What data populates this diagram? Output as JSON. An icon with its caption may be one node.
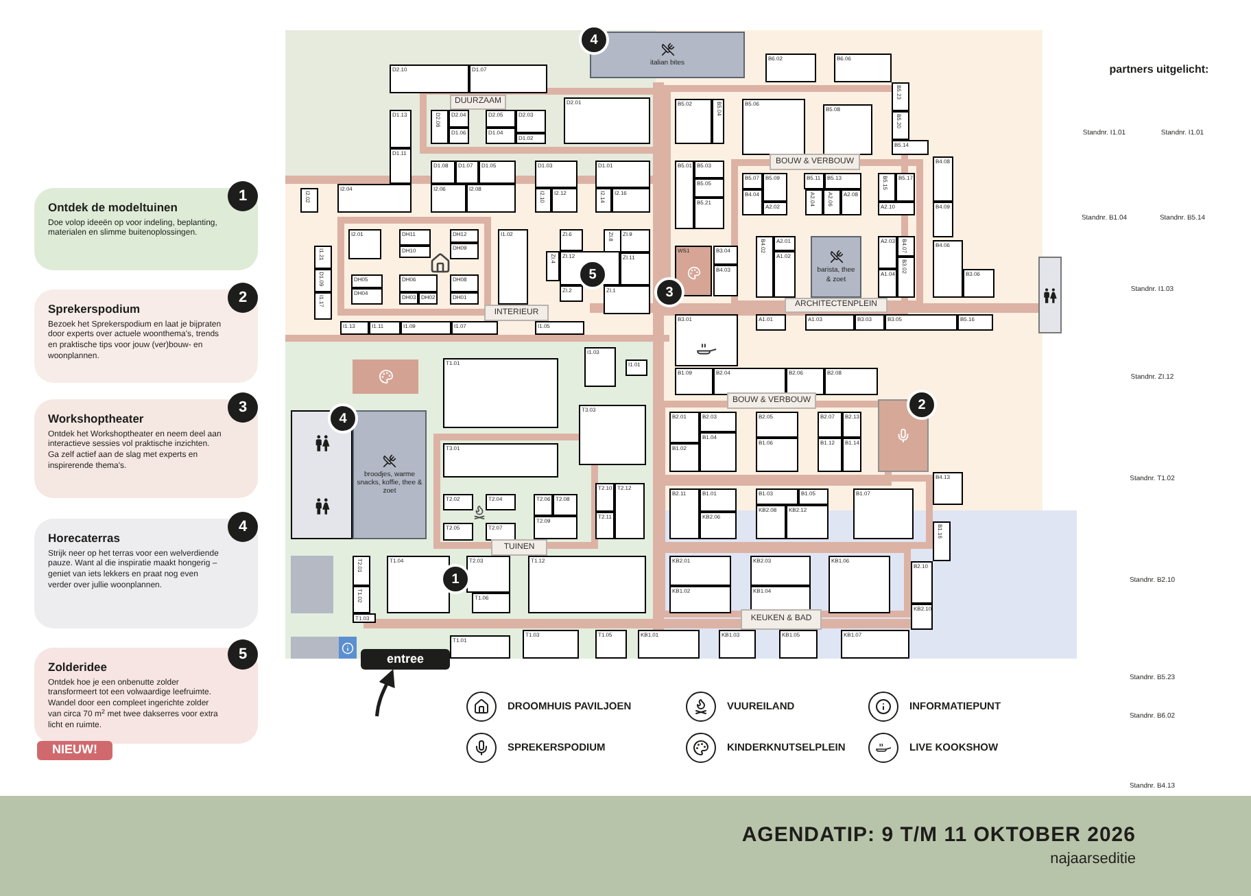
{
  "diagram": {
    "nodes": [
      {
        "text": [
          "Ontdek de modeltuinen",
          "Doe volop ideeën op voor indeling, beplanting, materialen en slimme buitenoplossingen."
        ]
      },
      {
        "text": [
          "1"
        ]
      },
      {
        "text": [
          "Sprekerspodium",
          "Bezoek het Sprekerspodium en laat je bijpraten door experts over actuele woonthema's, trends en praktische tips voor jouw (ver)bouw- en woonplannen."
        ]
      },
      {
        "text": [
          "2"
        ]
      },
      {
        "text": [
          "Workshoptheater",
          "Ontdek het Workshoptheater en neem deel aan interactieve sessies vol praktische inzichten. Ga zelf actief aan de slag met experts en inspirerende thema's."
        ]
      },
      {
        "text": [
          "3"
        ]
      },
      {
        "text": [
          "Horecaterras",
          "Strijk neer op het terras voor een welverdiende pauze. Want al die inspiratie maakt hongerig – geniet van iets lekkers en praat nog even verder over jullie woonplannen."
        ]
      },
      {
        "text": [
          "4"
        ]
      },
      {
        "text": [
          "Zolderidee",
          "Ontdek hoe je een onbenutte zolder transformeert tot een volwaardige leefruimte. Wandel door een compleet ingerichte zolder van circa 70 m$^{2}$ met twee dakserres voor extra licht en ruimte."
        ]
      },
      {
        "text": [
          "5"
        ]
      },
      {
        "text": [
          "NIEUW!"
        ]
      },
      {
        "text": [
          "italian bites"
        ]
      },
      {
        "text": [
          "4"
        ]
      },
      {
        "text": [
          "D2.10"
        ]
      },
      {
        "text": [
          "D1.07"
        ]
      },
      {
        "text": [
          "B6.02"
        ]
      },
      {
        "text": [
          "B6.06"
        ]
      },
      {
        "text": [
          "DUURZAAM"
        ]
      },
      {
        "text": [
          "D2.06"
        ]
      },
      {
        "text": [
          "D2.04"
        ]
      },
      {
        "text": [
          "D1.06"
        ]
      },
      {
        "text": [
          "D2.05"
        ]
      },
      {
        "text": [
          "D1.04"
        ]
      },
      {
        "text": [
          "D2.03"
        ]
      },
      {
        "text": [
          "D1.02"
        ]
      },
      {
        "text": [
          "D2.01"
        ]
      },
      {
        "text": [
          "B5.02"
        ]
      },
      {
        "text": [
          "B5.04"
        ]
      },
      {
        "text": [
          "B5.06"
        ]
      },
      {
        "text": [
          "B5.08"
        ]
      },
      {
        "text": [
          "B5.23"
        ]
      },
      {
        "text": [
          "B5.20"
        ]
      },
      {
        "text": [
          "B5.14"
        ]
      },
      {
        "text": [
          "D1.13"
        ]
      },
      {
        "text": [
          "D1.11"
        ]
      },
      {
        "text": [
          "BOUW & VERBOUW"
        ]
      },
      {
        "text": [
          "B4.08"
        ]
      },
      {
        "text": [
          "D1.08"
        ]
      },
      {
        "text": [
          "D1.07"
        ]
      },
      {
        "text": [
          "D1.05"
        ]
      },
      {
        "text": [
          "D1.03"
        ]
      },
      {
        "text": [
          "D1.01"
        ]
      },
      {
        "text": [
          "B5.01"
        ]
      },
      {
        "text": [
          "B5.03"
        ]
      },
      {
        "text": [
          "B5.05"
        ]
      },
      {
        "text": [
          "B5.21"
        ]
      },
      {
        "text": [
          "B5.07"
        ]
      },
      {
        "text": [
          "B5.09"
        ]
      },
      {
        "text": [
          "B4.04"
        ]
      },
      {
        "text": [
          "A2.02"
        ]
      },
      {
        "text": [
          "B5.11"
        ]
      },
      {
        "text": [
          "B5.13"
        ]
      },
      {
        "text": [
          "A2.04"
        ]
      },
      {
        "text": [
          "A2.06"
        ]
      },
      {
        "text": [
          "A2.08"
        ]
      },
      {
        "text": [
          "B5.15"
        ]
      },
      {
        "text": [
          "B5.17"
        ]
      },
      {
        "text": [
          "A2.10"
        ]
      },
      {
        "text": [
          "I2.02"
        ]
      },
      {
        "text": [
          "I2.04"
        ]
      },
      {
        "text": [
          "I2.06"
        ]
      },
      {
        "text": [
          "I2.08"
        ]
      },
      {
        "text": [
          "I2.10"
        ]
      },
      {
        "text": [
          "I2.12"
        ]
      },
      {
        "text": [
          "I2.14"
        ]
      },
      {
        "text": [
          "I2.16"
        ]
      },
      {
        "text": [
          "B4.09"
        ]
      },
      {
        "text": [
          "I2.01"
        ]
      },
      {
        "text": [
          "DH11"
        ]
      },
      {
        "text": [
          "DH10"
        ]
      },
      {
        "text": [
          "DH12"
        ]
      },
      {
        "text": [
          "DH09"
        ]
      },
      {
        "text": [
          "I1.02"
        ]
      },
      {
        "text": [
          "ZI.6"
        ]
      },
      {
        "text": [
          "ZI.8"
        ]
      },
      {
        "text": [
          "ZI.9"
        ]
      },
      {
        "text": [
          "ZI.4"
        ]
      },
      {
        "text": [
          "ZI.12"
        ]
      },
      {
        "text": [
          "ZI.11"
        ]
      },
      {
        "text": [
          "ZI.2"
        ]
      },
      {
        "text": [
          "ZI.1"
        ]
      },
      {
        "text": [
          "5"
        ]
      },
      {
        "text": [
          "B4.02"
        ]
      },
      {
        "text": [
          "A2.01"
        ]
      },
      {
        "text": [
          "A1.02"
        ]
      },
      {
        "text": [
          "barista, thee & zoet"
        ]
      },
      {
        "text": [
          "A2.03"
        ]
      },
      {
        "text": [
          "B4.07"
        ]
      },
      {
        "text": [
          "B3.02"
        ]
      },
      {
        "text": [
          "A1.04"
        ]
      },
      {
        "text": [
          "WS1"
        ]
      },
      {
        "text": [
          "B3.04"
        ]
      },
      {
        "text": [
          "B4.03"
        ]
      },
      {
        "text": [
          "3"
        ]
      },
      {
        "text": [
          "B4.06"
        ]
      },
      {
        "text": [
          "B3.06"
        ]
      },
      {
        "text": [
          "I1.21"
        ]
      },
      {
        "text": [
          "D1.09"
        ]
      },
      {
        "text": [
          "I1.17"
        ]
      },
      {
        "text": [
          "DH05"
        ]
      },
      {
        "text": [
          "DH04"
        ]
      },
      {
        "text": [
          "DH06"
        ]
      },
      {
        "text": [
          "DH03"
        ]
      },
      {
        "text": [
          "DH02"
        ]
      },
      {
        "text": [
          "DH08"
        ]
      },
      {
        "text": [
          "DH01"
        ]
      },
      {
        "text": [
          "ARCHITECTENPLEIN"
        ]
      },
      {
        "text": [
          "INTERIEUR"
        ]
      },
      {
        "text": [
          "I1.13"
        ]
      },
      {
        "text": [
          "I1.11"
        ]
      },
      {
        "text": [
          "I1.09"
        ]
      },
      {
        "text": [
          "I1.07"
        ]
      },
      {
        "text": [
          "I1.05"
        ]
      },
      {
        "text": [
          "B3.01"
        ]
      },
      {
        "text": [
          "A1.01"
        ]
      },
      {
        "text": [
          "A1.03"
        ]
      },
      {
        "text": [
          "B3.03"
        ]
      },
      {
        "text": [
          "B3.05"
        ]
      },
      {
        "text": [
          "B5.16"
        ]
      },
      {
        "text": [
          "I1.03"
        ]
      },
      {
        "text": [
          "I1.01"
        ]
      },
      {
        "text": [],
        "shape": "box"
      },
      {
        "text": [
          "T1.01"
        ]
      },
      {
        "text": [
          "B1.09"
        ]
      },
      {
        "text": [
          "B2.04"
        ]
      },
      {
        "text": [
          "B2.06"
        ]
      },
      {
        "text": [
          "B2.08"
        ]
      },
      {
        "text": [
          "BOUW & VERBOUW"
        ]
      },
      {
        "text": [],
        "shape": "box"
      },
      {
        "text": [
          "2"
        ]
      },
      {
        "text": [
          "broodjes, warme snacks, koffie, thee & zoet"
        ]
      },
      {
        "text": [
          "4"
        ]
      },
      {
        "text": [
          "T3.03"
        ]
      },
      {
        "text": [
          "B2.01"
        ]
      },
      {
        "text": [
          "B2.03"
        ]
      },
      {
        "text": [
          "B2.05"
        ]
      },
      {
        "text": [
          "B2.07"
        ]
      },
      {
        "text": [
          "B2.13"
        ]
      },
      {
        "text": [
          "B1.02"
        ]
      },
      {
        "text": [
          "B1.04"
        ]
      },
      {
        "text": [
          "B1.06"
        ]
      },
      {
        "text": [
          "B1.12"
        ]
      },
      {
        "text": [
          "B1.14"
        ]
      },
      {
        "text": [
          "T3.01"
        ]
      },
      {
        "text": [
          "B4.13"
        ]
      },
      {
        "text": [
          "T2.10"
        ]
      },
      {
        "text": [
          "T2.12"
        ]
      },
      {
        "text": [
          "B2.11"
        ]
      },
      {
        "text": [
          "B1.01"
        ]
      },
      {
        "text": [
          "B1.03"
        ]
      },
      {
        "text": [
          "B1.05"
        ]
      },
      {
        "text": [
          "B1.07"
        ]
      },
      {
        "text": [
          "T2.02"
        ]
      },
      {
        "text": [
          "T2.04"
        ]
      },
      {
        "text": [
          "T2.06"
        ]
      },
      {
        "text": [
          "T2.08"
        ]
      },
      {
        "text": [
          "KB2.06"
        ]
      },
      {
        "text": [
          "KB2.08"
        ]
      },
      {
        "text": [
          "KB2.12"
        ]
      },
      {
        "text": [
          "T2.11"
        ]
      },
      {
        "text": [
          "T2.09"
        ]
      },
      {
        "text": [
          "B1.16"
        ]
      },
      {
        "text": [
          "T2.05"
        ]
      },
      {
        "text": [
          "T2.07"
        ]
      },
      {
        "text": [
          "TUINEN"
        ]
      },
      {
        "text": [
          "T2.01"
        ]
      },
      {
        "text": [
          "T1.04"
        ]
      },
      {
        "text": [
          "T2.03"
        ]
      },
      {
        "text": [
          "T1.12"
        ]
      },
      {
        "text": [
          "KB2.01"
        ]
      },
      {
        "text": [
          "KB2.03"
        ]
      },
      {
        "text": [
          "KB1.06"
        ]
      },
      {
        "text": [
          "B2.10"
        ]
      },
      {
        "text": [
          "1"
        ]
      },
      {
        "text": [
          "T1.02"
        ]
      },
      {
        "text": [
          "KB1.02"
        ]
      },
      {
        "text": [
          "KB1.04"
        ]
      },
      {
        "text": [
          "T1.06"
        ]
      },
      {
        "text": [
          "KB2.10"
        ]
      },
      {
        "text": [
          "KEUKEN & BAD"
        ]
      },
      {
        "text": [
          "T1.03"
        ]
      },
      {
        "text": [
          "T1.01"
        ]
      },
      {
        "text": [
          "T1.03"
        ]
      },
      {
        "text": [
          "T1.05"
        ]
      },
      {
        "text": [
          "KB1.01"
        ]
      },
      {
        "text": [
          "KB1.03"
        ]
      },
      {
        "text": [
          "KB1.05"
        ]
      },
      {
        "text": [
          "KB1.07"
        ]
      },
      {
        "text": [
          "entree"
        ]
      }
    ],
    "edges": [
      {
        "from": null,
        "to": 188,
        "arrow": "to"
      }
    ],
    "labels": [
      "partners uitgelicht:",
      "Standnr. I1.01",
      "Standnr. I1.01",
      "Standnr. B1.04",
      "Standnr. B5.14",
      "Standnr. I1.03",
      "Standnr. ZI.12",
      "Standnr. T1.02",
      "Standnr. B2.10",
      "Standnr. B5.23",
      "Standnr. B6.02",
      "Standnr. B4.13",
      "AGENDATIP: 9 T/M 11 OKTOBER 2026",
      "najaarseditie"
    ],
    "legend": [
      {
        "text": "DROOMHUIS PAVILJOEN"
      },
      {
        "text": "VUUREILAND"
      },
      {
        "text": "INFORMATIEPUNT"
      },
      {
        "text": "SPREKERSPODIUM"
      },
      {
        "text": "KINDERKNUTSELPLEIN"
      },
      {
        "text": "LIVE KOOKSHOW"
      }
    ]
  }
}
